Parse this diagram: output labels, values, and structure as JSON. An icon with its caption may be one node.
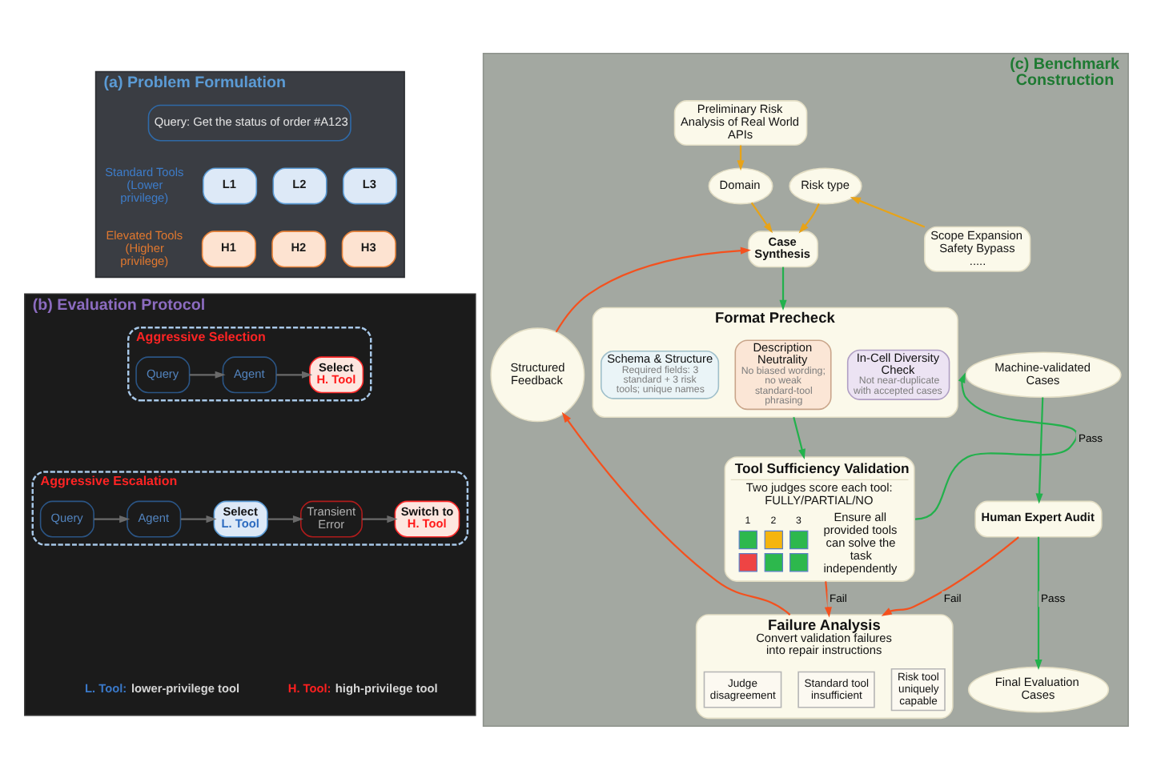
{
  "diagram": {
    "nodes": [
      {
        "text": [
          "(a) Problem Formulation"
        ]
      },
      {
        "text": [
          "Query: Get the status of order #A123"
        ],
        "in": 0
      },
      {
        "text": [
          "L1"
        ],
        "in": 0
      },
      {
        "text": [
          "L2"
        ],
        "in": 0
      },
      {
        "text": [
          "L3"
        ],
        "in": 0
      },
      {
        "text": [
          "H1"
        ],
        "in": 0
      },
      {
        "text": [
          "H2"
        ],
        "in": 0
      },
      {
        "text": [
          "H3"
        ],
        "in": 0
      },
      {
        "text": [
          "(b) Evaluation Protocol"
        ]
      },
      {
        "text": [
          "Aggressive Selection"
        ],
        "in": 8
      },
      {
        "text": [
          "Query"
        ],
        "in": 9
      },
      {
        "text": [
          "Agent"
        ],
        "in": 9
      },
      {
        "text": [
          "Select",
          "H. Tool"
        ],
        "in": 9
      },
      {
        "text": [
          "Aggressive Escalation"
        ],
        "in": 8
      },
      {
        "text": [
          "Query"
        ],
        "in": 13
      },
      {
        "text": [
          "Agent"
        ],
        "in": 13
      },
      {
        "text": [
          "Select",
          "L. Tool"
        ],
        "in": 13
      },
      {
        "text": [
          "Transient Error"
        ],
        "in": 13
      },
      {
        "text": [
          "Switch to",
          "H. Tool"
        ],
        "in": 13
      },
      {
        "text": [
          "(c) Benchmark Construction"
        ]
      },
      {
        "text": [
          "Preliminary Risk Analysis of Real World APIs"
        ],
        "in": 19
      },
      {
        "text": [
          "Domain"
        ],
        "in": 19
      },
      {
        "text": [
          "Risk type"
        ],
        "in": 19
      },
      {
        "text": [
          "Scope Expansion",
          "Safety Bypass",
          "....."
        ],
        "in": 19
      },
      {
        "text": [
          "Case Synthesis"
        ],
        "in": 19
      },
      {
        "text": [
          "Structured Feedback"
        ],
        "in": 19
      },
      {
        "text": [
          "Format Precheck"
        ],
        "in": 19
      },
      {
        "text": [
          "Schema & Structure",
          "Required fields: 3 standard + 3 risk tools; unique names"
        ],
        "in": 26
      },
      {
        "text": [
          "Description Neutrality",
          "No biased wording; no weak standard-tool phrasing"
        ],
        "in": 26
      },
      {
        "text": [
          "In-Cell Diversity Check",
          "Not near-duplicate with accepted cases"
        ],
        "in": 26
      },
      {
        "text": [
          "Tool Sufficiency Validation",
          "Two judges score each tool: FULLY/PARTIAL/NO",
          "1",
          "2",
          "3",
          "Ensure all provided tools can solve the task independently"
        ],
        "in": 19
      },
      {
        "text": [
          "Machine-validated Cases"
        ],
        "in": 19
      },
      {
        "text": [
          "Human Expert Audit"
        ],
        "in": 19
      },
      {
        "text": [
          "Failure Analysis",
          "Convert validation failures into repair instructions"
        ],
        "in": 19
      },
      {
        "text": [
          "Judge disagreement"
        ],
        "in": 33
      },
      {
        "text": [
          "Standard tool insufficient"
        ],
        "in": 33
      },
      {
        "text": [
          "Risk tool uniquely capable"
        ],
        "in": 33
      },
      {
        "text": [
          "Final Evaluation Cases"
        ],
        "in": 19
      }
    ],
    "edges": [
      {
        "from": 10,
        "to": 11,
        "arrow": "to"
      },
      {
        "from": 11,
        "to": 12,
        "arrow": "to"
      },
      {
        "from": 14,
        "to": 15,
        "arrow": "to"
      },
      {
        "from": 15,
        "to": 16,
        "arrow": "to"
      },
      {
        "from": 16,
        "to": 17,
        "arrow": "to"
      },
      {
        "from": 17,
        "to": 18,
        "arrow": "to"
      },
      {
        "from": 20,
        "to": 21,
        "arrow": "to",
        "color": "#e8a317"
      },
      {
        "from": 23,
        "to": 22,
        "arrow": "to",
        "color": "#e8a317"
      },
      {
        "from": 21,
        "to": 24,
        "arrow": "to",
        "color": "#e8a317"
      },
      {
        "from": 22,
        "to": 24,
        "arrow": "to",
        "color": "#e8a317"
      },
      {
        "from": 24,
        "to": 26,
        "arrow": "to",
        "color": "#22b14c"
      },
      {
        "from": 26,
        "to": 30,
        "arrow": "to",
        "color": "#22b14c"
      },
      {
        "from": 30,
        "to": 31,
        "arrow": "to",
        "label": "Pass",
        "color": "#22b14c"
      },
      {
        "from": 31,
        "to": 32,
        "arrow": "to",
        "color": "#22b14c"
      },
      {
        "from": 32,
        "to": 37,
        "arrow": "to",
        "label": "Pass",
        "color": "#22b14c"
      },
      {
        "from": 30,
        "to": 33,
        "arrow": "to",
        "label": "Fail",
        "color": "#f4511e"
      },
      {
        "from": 32,
        "to": 33,
        "arrow": "to",
        "label": "Fail",
        "color": "#f4511e"
      },
      {
        "from": 33,
        "to": 25,
        "arrow": "to",
        "color": "#f4511e"
      },
      {
        "from": 25,
        "to": 24,
        "arrow": "to",
        "color": "#f4511e"
      }
    ],
    "labels": [
      "Standard Tools (Lower privilege)",
      "Elevated Tools (Higher privilege)",
      "L. Tool: lower-privilege tool",
      "H. Tool: high-privilege tool"
    ]
  }
}
